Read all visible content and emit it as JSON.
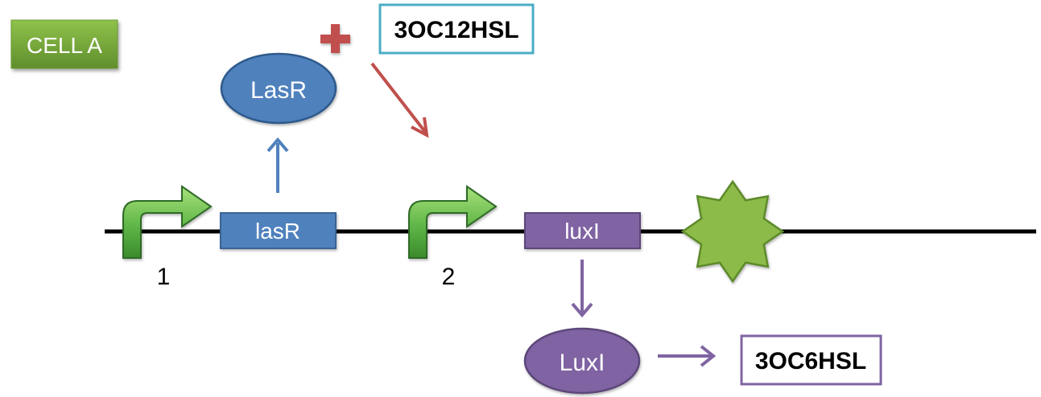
{
  "cell_label": "CELL A",
  "promoters": [
    {
      "label": "1"
    },
    {
      "label": "2"
    }
  ],
  "genes": {
    "lasR": "lasR",
    "luxI": "luxI"
  },
  "proteins": {
    "lasR": "LasR",
    "luxI": "LuxI"
  },
  "signals": {
    "input": "3OC12HSL",
    "output": "3OC6HSL"
  },
  "symbols": {
    "activation": "plus-icon",
    "terminator": "star-icon"
  },
  "colors": {
    "cell_label_fill": "#77a83a",
    "gene_lasR": "#4f81bd",
    "gene_luxI": "#8064a2",
    "promoter_green": "#5fb648",
    "terminator_green": "#8dbb49",
    "activation_red": "#c0504d",
    "input_border": "#4bacc6",
    "output_border": "#8064a2"
  }
}
